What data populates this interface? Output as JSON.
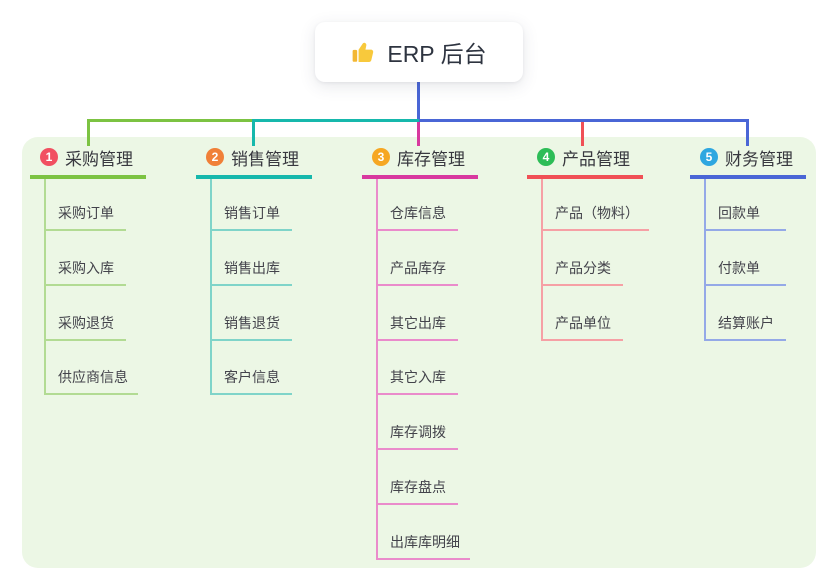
{
  "root": {
    "label": "ERP 后台",
    "icon": "thumbs-up-icon"
  },
  "panel_background": "#ecf7e5",
  "connector": {
    "stem_color": "#4a66d6"
  },
  "branches": [
    {
      "index": "1",
      "label": "采购管理",
      "badge_color": "#f15061",
      "line_color": "#7cc342",
      "child_line_color": "#b2db93",
      "children": [
        "采购订单",
        "采购入库",
        "采购退货",
        "供应商信息"
      ]
    },
    {
      "index": "2",
      "label": "销售管理",
      "badge_color": "#f08038",
      "line_color": "#16b8ac",
      "child_line_color": "#7fd4c9",
      "children": [
        "销售订单",
        "销售出库",
        "销售退货",
        "客户信息"
      ]
    },
    {
      "index": "3",
      "label": "库存管理",
      "badge_color": "#f6a723",
      "line_color": "#d8399f",
      "child_line_color": "#ea8bcb",
      "children": [
        "仓库信息",
        "产品库存",
        "其它出库",
        "其它入库",
        "库存调拨",
        "库存盘点",
        "出库库明细"
      ]
    },
    {
      "index": "4",
      "label": "产品管理",
      "badge_color": "#2dbd57",
      "line_color": "#f05056",
      "child_line_color": "#f6a0a5",
      "children": [
        "产品（物料）",
        "产品分类",
        "产品单位"
      ]
    },
    {
      "index": "5",
      "label": "财务管理",
      "badge_color": "#2ea7e0",
      "line_color": "#4a66d6",
      "child_line_color": "#94a9e7",
      "children": [
        "回款单",
        "付款单",
        "结算账户"
      ]
    }
  ]
}
